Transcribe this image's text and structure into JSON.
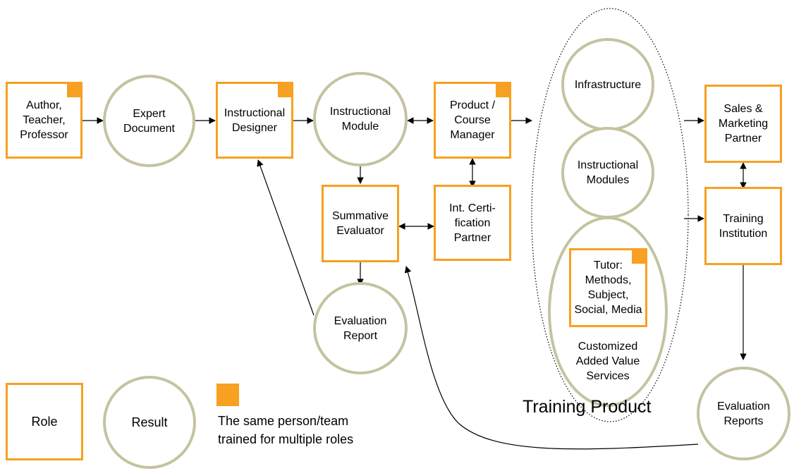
{
  "colors": {
    "role_border": "#f7a021",
    "result_border": "#c5c3a0",
    "multi_role_flag": "#f7a021"
  },
  "nodes": {
    "author": "Author,\nTeacher,\nProfessor",
    "expert_document": "Expert\nDocument",
    "instructional_designer": "Instructional\nDesigner",
    "instructional_module": "Instructional\nModule",
    "course_manager": "Product /\nCourse\nManager",
    "summative_evaluator": "Summative\nEvaluator",
    "certification_partner": "Int. Certi-\nfication\nPartner",
    "evaluation_report": "Evaluation\nReport",
    "infrastructure": "Infrastructure",
    "instructional_modules": "Instructional\nModules",
    "tutor": "Tutor:\nMethods,\nSubject,\nSocial, Media",
    "added_value_services": "Customized\nAdded Value\nServices",
    "sales_partner": "Sales &\nMarketing\nPartner",
    "training_institution": "Training\nInstitution",
    "evaluation_reports": "Evaluation\nReports"
  },
  "group_label": "Training Product",
  "legend": {
    "role": "Role",
    "result": "Result",
    "multi_role": "The same person/team\ntrained for multiple roles"
  }
}
